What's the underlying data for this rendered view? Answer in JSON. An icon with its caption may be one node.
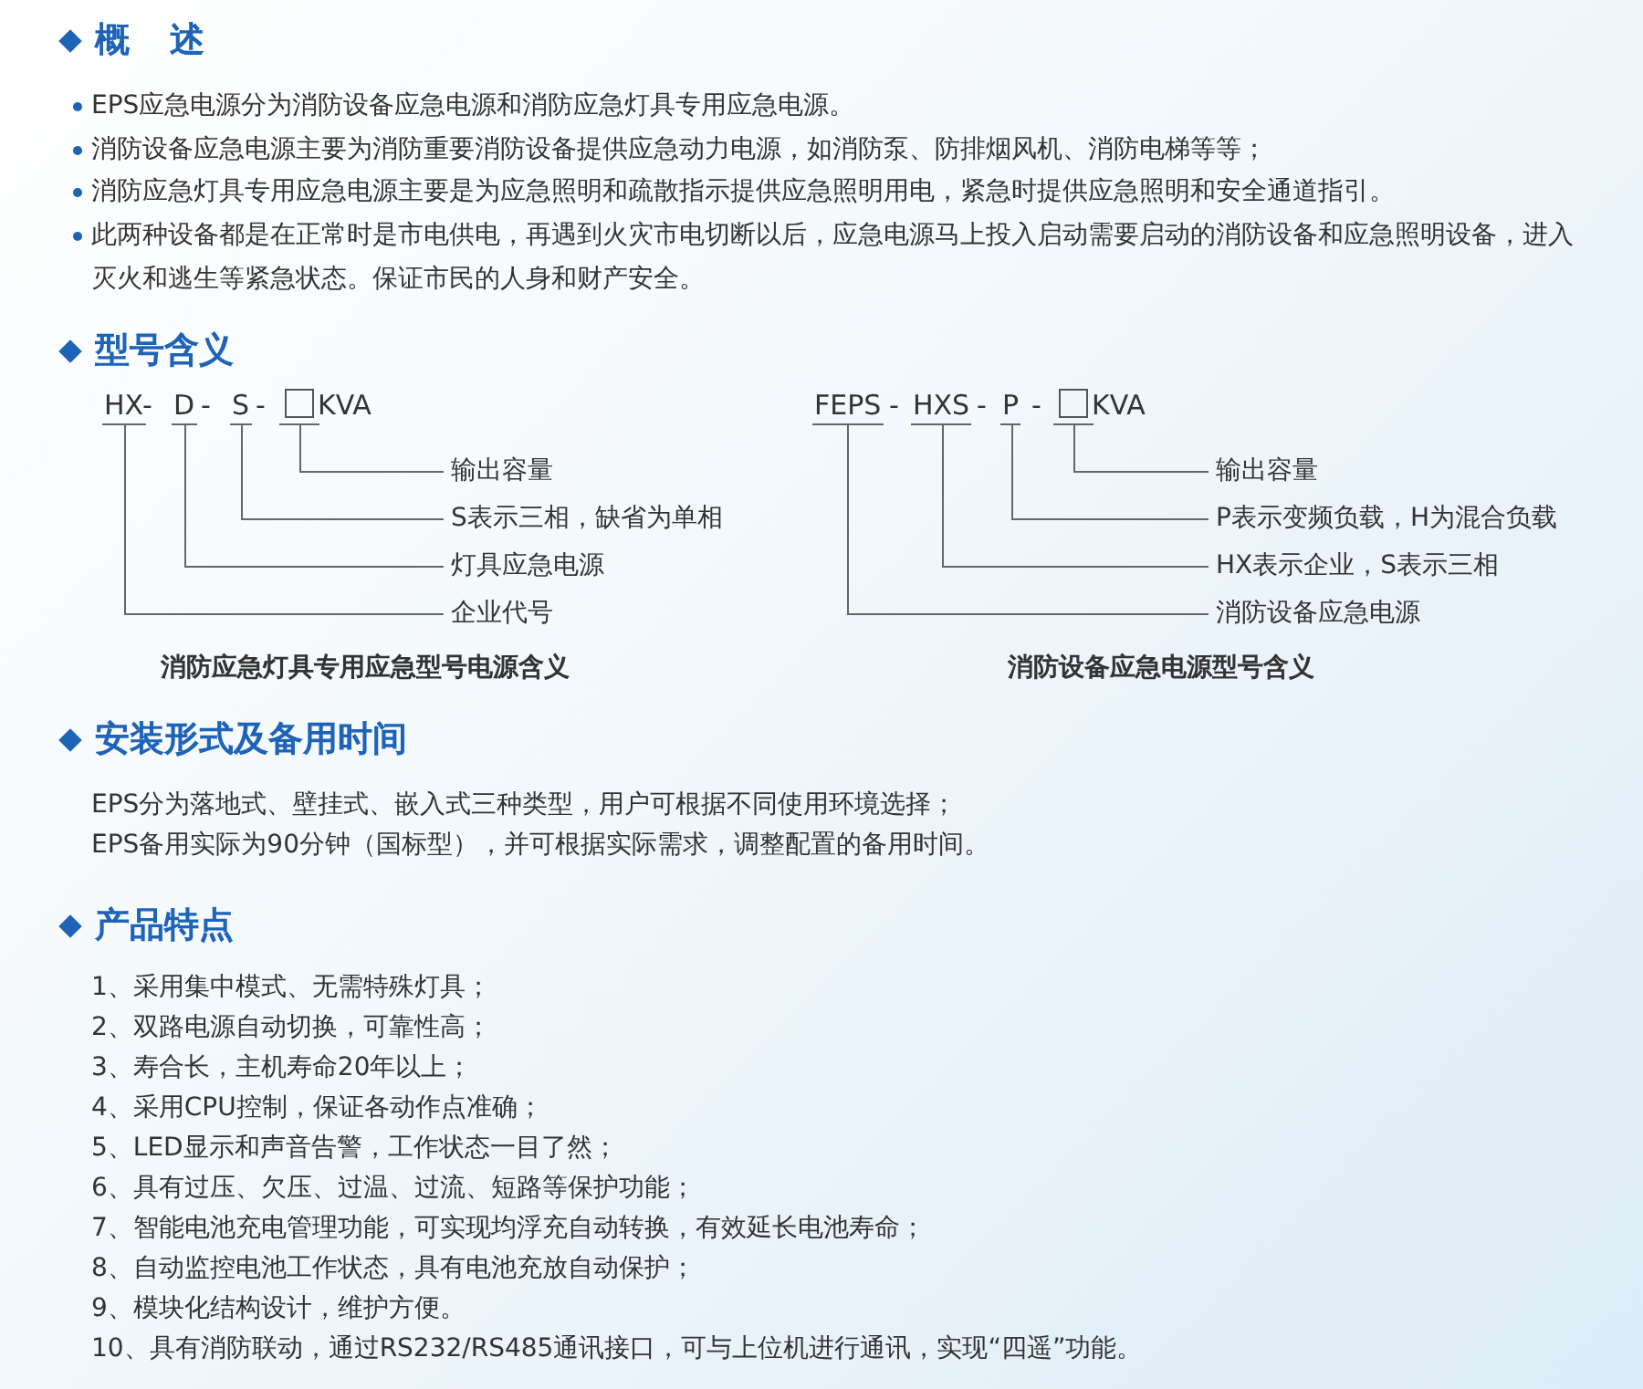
{
  "diagram": {
    "nodes": [
      {
        "text": [
          "HX"
        ]
      },
      {
        "text": [
          "D"
        ]
      },
      {
        "text": [
          "S"
        ]
      },
      {
        "text": [],
        "shape": "box"
      },
      {
        "text": [
          "FEPS"
        ]
      },
      {
        "text": [
          "HXS"
        ]
      },
      {
        "text": [
          "P"
        ]
      },
      {
        "text": [],
        "shape": "box"
      },
      {
        "text": [
          "输出容量"
        ]
      },
      {
        "text": [
          "S表示三相，缺省为单相"
        ]
      },
      {
        "text": [
          "灯具应急电源"
        ]
      },
      {
        "text": [
          "企业代号"
        ]
      },
      {
        "text": [
          "输出容量"
        ]
      },
      {
        "text": [
          "P表示变频负载，H为混合负载"
        ]
      },
      {
        "text": [
          "HX表示企业，S表示三相"
        ]
      },
      {
        "text": [
          "消防设备应急电源"
        ]
      }
    ],
    "edges": [
      {
        "from": 3,
        "to": 8,
        "arrow": "none"
      },
      {
        "from": 2,
        "to": 9,
        "arrow": "none"
      },
      {
        "from": 1,
        "to": 10,
        "arrow": "none"
      },
      {
        "from": 0,
        "to": 11,
        "arrow": "none"
      },
      {
        "from": 7,
        "to": 12,
        "arrow": "none"
      },
      {
        "from": 6,
        "to": 13,
        "arrow": "none"
      },
      {
        "from": 5,
        "to": 14,
        "arrow": "none"
      },
      {
        "from": 4,
        "to": 15,
        "arrow": "none"
      }
    ],
    "labels": [
      "概述",
      "EPS应急电源分为消防设备应急电源和消防应急灯具专用应急电源。",
      "消防设备应急电源主要为消防重要消防设备提供应急动力电源，如消防泵、防排烟风机、消防电梯等等；",
      "消防应急灯具专用应急电源主要是为应急照明和疏散指示提供应急照明用电，紧急时提供应急照明和安全通道指引。",
      "此两种设备都是在正常时是市电供电，再遇到火灾市电切断以后，应急电源马上投入启动需要启动的消防设备和应急照明设备，进入灭火和逃生等紧急状态。保证市民的人身和财产安全。",
      "型号含义",
      "-",
      "-",
      "-",
      "KVA",
      "-",
      "-",
      "-",
      "KVA",
      "消防应急灯具专用应急型号电源含义",
      "消防设备应急电源型号含义",
      "安装形式及备用时间",
      "EPS分为落地式、壁挂式、嵌入式三种类型，用户可根据不同使用环境选择；",
      "EPS备用实际为90分钟（国标型），并可根据实际需求，调整配置的备用时间。",
      "产品特点",
      "1、采用集中模式、无需特殊灯具；",
      "2、双路电源自动切换，可靠性高；",
      "3、寿合长，主机寿命20年以上；",
      "4、采用CPU控制，保证各动作点准确；",
      "5、LED显示和声音告警，工作状态一目了然；",
      "6、具有过压、欠压、过温、过流、短路等保护功能；",
      "7、智能电池充电管理功能，可实现均浮充自动转换，有效延长电池寿命；",
      "8、自动监控电池工作状态，具有电池充放自动保护；",
      "9、模块化结构设计，维护方便。",
      "10、具有消防联动，通过RS232/RS485通讯接口，可与上位机进行通讯，实现“四遥”功能。"
    ]
  }
}
